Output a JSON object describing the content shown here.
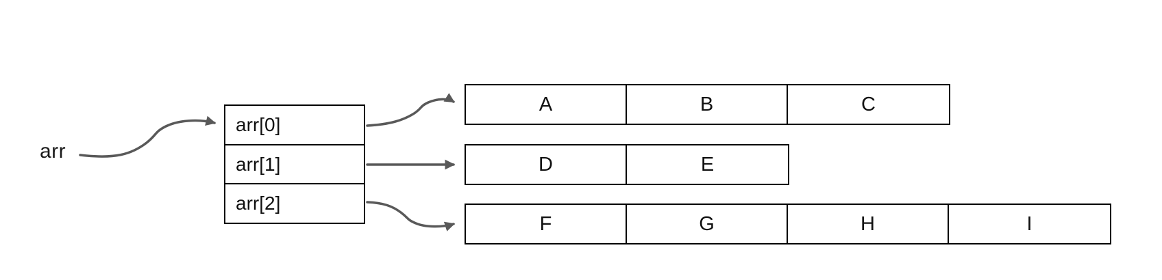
{
  "diagram": {
    "variable_label": "arr",
    "pointer_table": {
      "rows": [
        {
          "label": "arr[0]"
        },
        {
          "label": "arr[1]"
        },
        {
          "label": "arr[2]"
        }
      ]
    },
    "data_rows": [
      {
        "cells": [
          "A",
          "B",
          "C"
        ]
      },
      {
        "cells": [
          "D",
          "E"
        ]
      },
      {
        "cells": [
          "F",
          "G",
          "H",
          "I"
        ]
      }
    ],
    "colors": {
      "arrow": "#595959",
      "border": "#000000",
      "text": "#111111",
      "background": "#ffffff"
    }
  }
}
